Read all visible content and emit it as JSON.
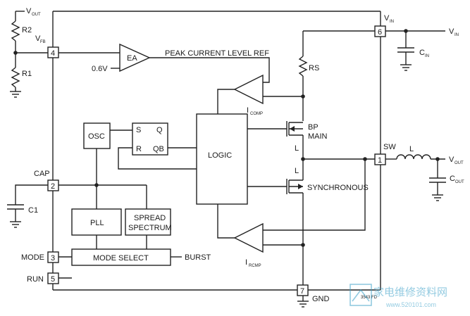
{
  "labels": {
    "vout_top": "V",
    "vout_top_sub": "OUT",
    "r2": "R2",
    "r1": "R1",
    "vfb": "V",
    "vfb_sub": "FB",
    "pin4": "4",
    "ea": "EA",
    "ref_06": "0.6V",
    "peak_ref": "PEAK CURRENT LEVEL REF",
    "rs": "RS",
    "icomp": "I",
    "icomp_sub": "COMP",
    "vin_pin": "V",
    "vin_pin_sub": "IN",
    "pin6": "6",
    "vin_out": "V",
    "vin_out_sub": "IN",
    "cin": "C",
    "cin_sub": "IN",
    "osc": "OSC",
    "sr_s": "S",
    "sr_q": "Q",
    "sr_r": "R",
    "sr_qb": "QB",
    "logic": "LOGIC",
    "bp": "BP",
    "main": "MAIN",
    "l_main": "L",
    "sw": "SW",
    "pin1": "1",
    "inductor": "L",
    "vout_right": "V",
    "vout_right_sub": "OUT",
    "cout": "C",
    "cout_sub": "OUT",
    "l_sync": "L",
    "synchronous": "SYNCHRONOUS",
    "cap": "CAP",
    "pin2": "2",
    "c1": "C1",
    "pll": "PLL",
    "spread1": "SPREAD",
    "spread2": "SPECTRUM",
    "ircmp": "I",
    "ircmp_sub": "RCMP",
    "mode": "MODE",
    "pin3": "3",
    "mode_select": "MODE SELECT",
    "burst": "BURST",
    "run": "RUN",
    "pin5": "5",
    "pin7": "7",
    "gnd": "GND",
    "fig_id": "3543 FD",
    "watermark": "家电维修资料网",
    "watermark_url": "www.520101.com"
  }
}
